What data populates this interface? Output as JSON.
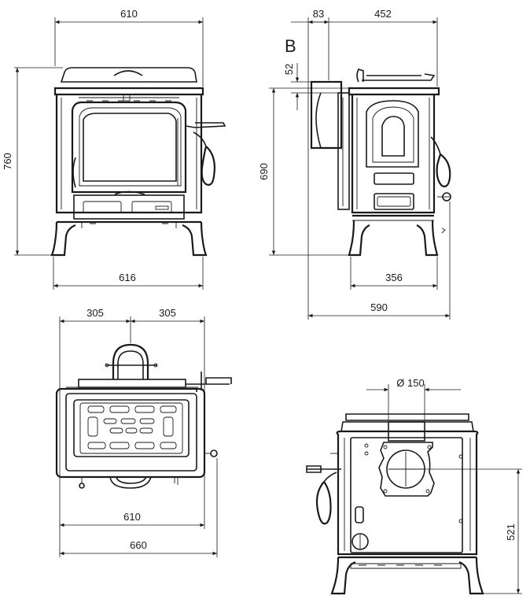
{
  "front_view": {
    "width_top": "610",
    "width_bottom": "616",
    "height": "760"
  },
  "side_view": {
    "label": "B",
    "offset_top": "83",
    "depth_top": "452",
    "offset_vertical": "52",
    "height": "690",
    "depth_legs": "356",
    "depth_total": "590"
  },
  "top_view": {
    "half_left": "305",
    "half_right": "305",
    "width_body": "610",
    "width_total": "660"
  },
  "rear_view": {
    "diameter": "Ø 150",
    "outlet_height": "521"
  }
}
